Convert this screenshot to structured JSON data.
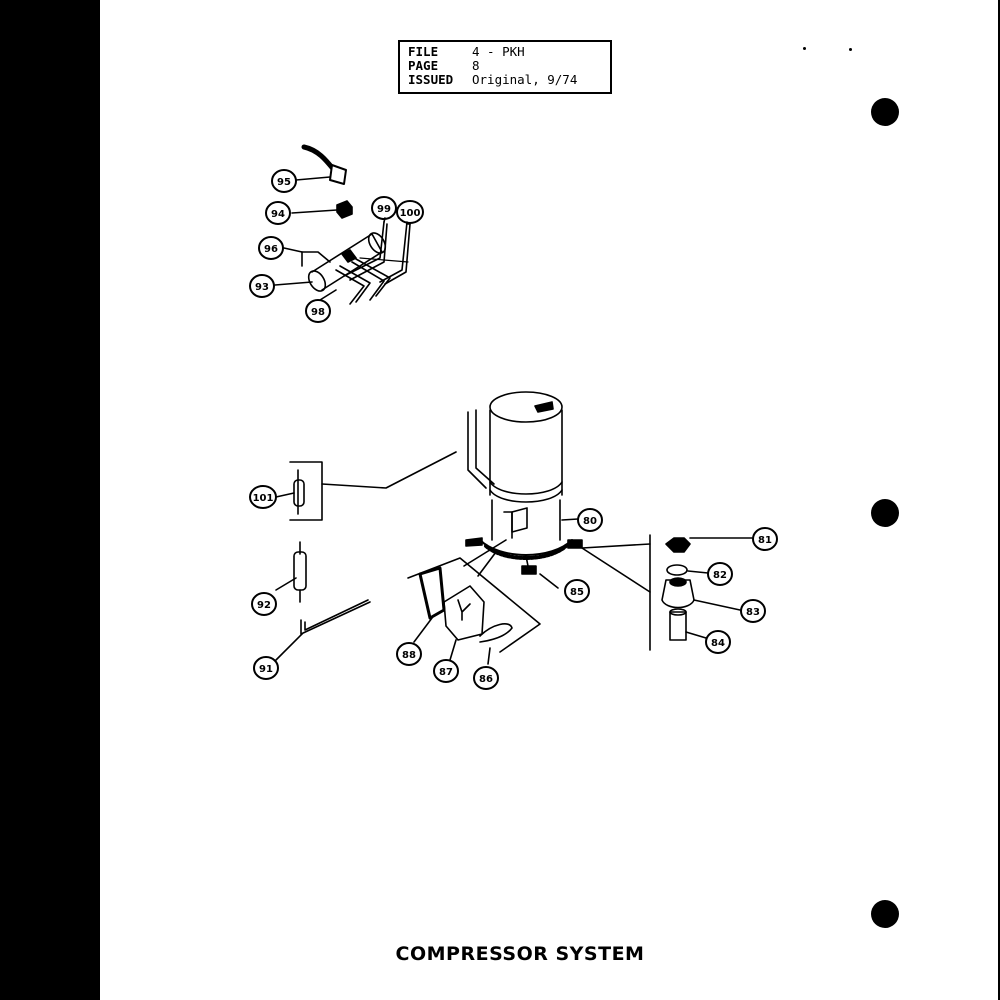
{
  "header": {
    "rows": [
      {
        "label": "FILE",
        "value": "4 - PKH"
      },
      {
        "label": "PAGE",
        "value": "8"
      },
      {
        "label": "ISSUED",
        "value": "Original, 9/74"
      }
    ]
  },
  "title": "COMPRESSOR SYSTEM",
  "callouts": {
    "c95a": "95",
    "c94": "94",
    "c99": "99",
    "c100": "100",
    "c96": "96",
    "c93": "93",
    "c98": "98",
    "c101": "101",
    "c80": "80",
    "c81": "81",
    "c82": "82",
    "c83": "83",
    "c84": "84",
    "c85": "85",
    "c92": "92",
    "c91": "91",
    "c88": "88",
    "c87": "87",
    "c86": "86"
  }
}
